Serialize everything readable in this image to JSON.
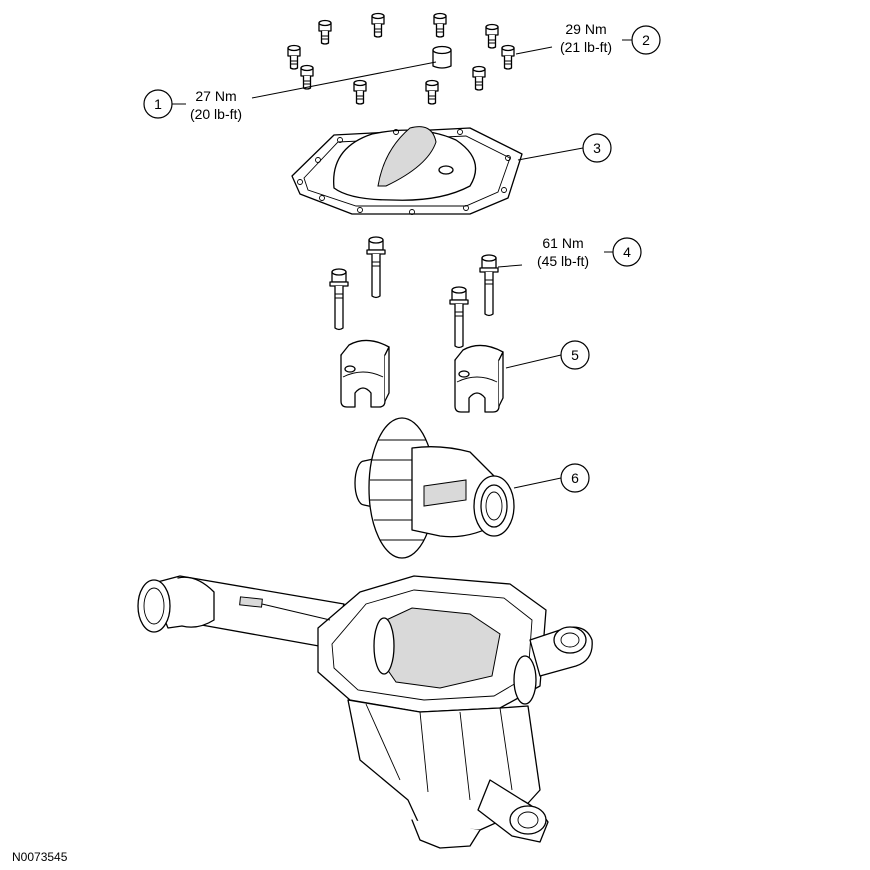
{
  "callouts": [
    {
      "number": "1",
      "torque_nm": "27 Nm",
      "torque_lbft": "(20 lb-ft)"
    },
    {
      "number": "2",
      "torque_nm": "29 Nm",
      "torque_lbft": "(21 lb-ft)"
    },
    {
      "number": "3"
    },
    {
      "number": "4",
      "torque_nm": "61 Nm",
      "torque_lbft": "(45 lb-ft)"
    },
    {
      "number": "5"
    },
    {
      "number": "6"
    }
  ],
  "figure_id": "N0073545"
}
